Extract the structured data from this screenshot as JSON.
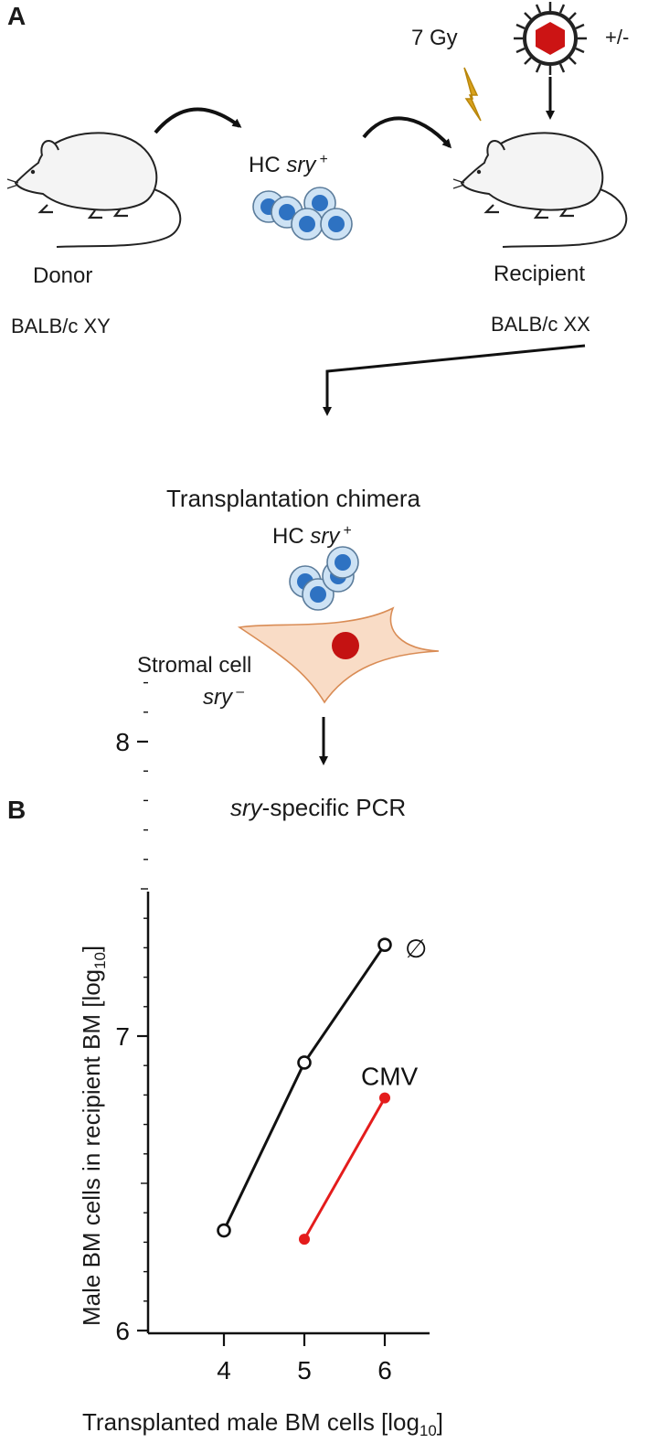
{
  "panel_a": {
    "label": "A",
    "dose": "7 Gy",
    "virus_toggle": "+/-",
    "donor_cells": {
      "prefix": "HC ",
      "gene": "sry",
      "sup": " +"
    },
    "donor": {
      "title": "Donor",
      "strain": "BALB/c XY"
    },
    "recipient": {
      "title": "Recipient",
      "strain": "BALB/c XX"
    },
    "result_title": "Transplantation chimera",
    "chimera_cells": {
      "prefix": "HC ",
      "gene": "sry",
      "sup": " +"
    },
    "stromal": {
      "line1": "Stromal cell",
      "gene": "sry",
      "sup": " –"
    },
    "assay": {
      "gene": "sry",
      "rest": "-specific PCR"
    }
  },
  "panel_b": {
    "label": "B"
  },
  "chart_data": {
    "type": "line",
    "xlabel": "Transplanted male BM cells [log",
    "xlabel_sub": "10",
    "xlabel_end": "]",
    "ylabel": "Male BM cells in recipient BM [log",
    "ylabel_sub": "10",
    "ylabel_end": "]",
    "xlim": [
      3.5,
      6.6
    ],
    "ylim": [
      6.0,
      8.2
    ],
    "x_ticks": [
      "4",
      "5",
      "6"
    ],
    "y_ticks": [
      "6",
      "7",
      "8"
    ],
    "series": [
      {
        "name": "∅",
        "color": "#111111",
        "marker": "open-circle",
        "points": [
          [
            4,
            6.34
          ],
          [
            5,
            6.91
          ],
          [
            6,
            7.31
          ]
        ]
      },
      {
        "name": "CMV",
        "color": "#e41c1c",
        "marker": "filled-circle",
        "points": [
          [
            5,
            6.31
          ],
          [
            6,
            6.79
          ]
        ]
      }
    ]
  }
}
